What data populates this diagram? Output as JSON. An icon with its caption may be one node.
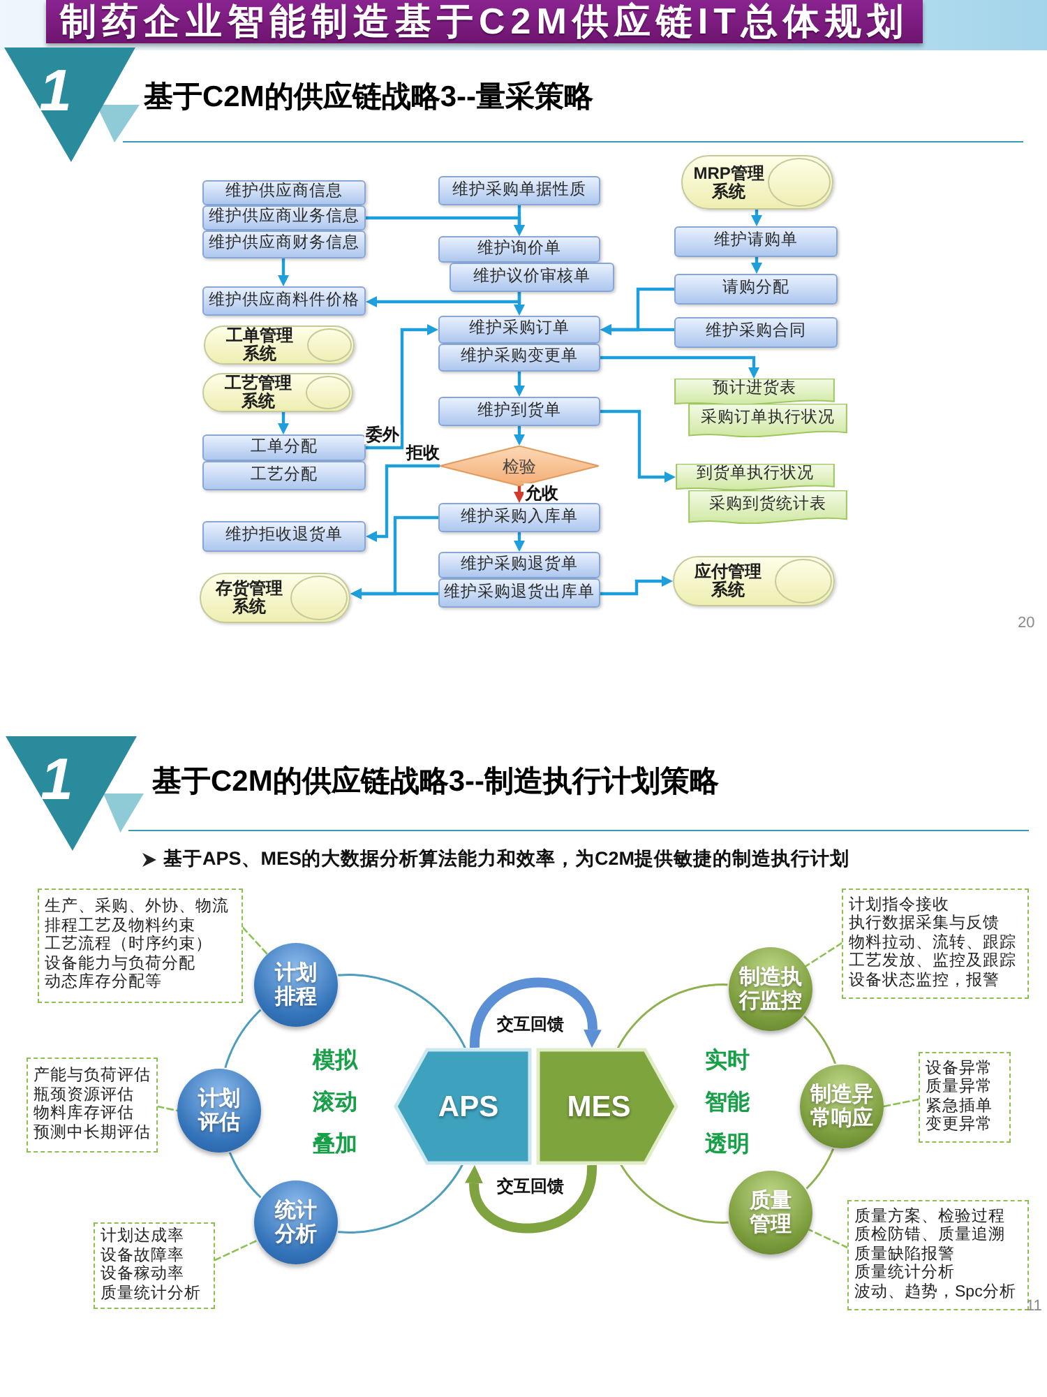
{
  "diagram": {
    "title": "制药企业智能制造基于C2M供应链IT总体规划",
    "nodes": [
      {
        "text": [
          "1"
        ]
      },
      {
        "text": [
          "维护供应商信息"
        ]
      },
      {
        "text": [
          "维护供应商业务信息"
        ]
      },
      {
        "text": [
          "维护供应商财务信息"
        ]
      },
      {
        "text": [
          "维护采购单据性质"
        ]
      },
      {
        "text": [
          "MRP管理系统"
        ]
      },
      {
        "text": [
          "维护询价单"
        ]
      },
      {
        "text": [
          "维护议价审核单"
        ]
      },
      {
        "text": [
          "维护请购单"
        ]
      },
      {
        "text": [
          "维护供应商料件价格"
        ]
      },
      {
        "text": [
          "请购分配"
        ]
      },
      {
        "text": [
          "工单管理系统"
        ]
      },
      {
        "text": [
          "维护采购订单"
        ]
      },
      {
        "text": [
          "维护采购合同"
        ]
      },
      {
        "text": [
          "维护采购变更单"
        ]
      },
      {
        "text": [
          "工艺管理系统"
        ]
      },
      {
        "text": [
          "预计进货表"
        ]
      },
      {
        "text": [
          "维护到货单"
        ]
      },
      {
        "text": [
          "采购订单执行状况"
        ]
      },
      {
        "text": [
          "工单分配"
        ]
      },
      {
        "text": [
          "工艺分配"
        ]
      },
      {
        "text": [
          "检验"
        ]
      },
      {
        "text": [
          "到货单执行状况"
        ]
      },
      {
        "text": [
          "采购到货统计表"
        ]
      },
      {
        "text": [
          "维护采购入库单"
        ]
      },
      {
        "text": [
          "维护拒收退货单"
        ]
      },
      {
        "text": [
          "维护采购退货单"
        ]
      },
      {
        "text": [
          "应付管理系统"
        ]
      },
      {
        "text": [
          "存货管理系统"
        ]
      },
      {
        "text": [
          "维护采购退货出库单"
        ]
      },
      {
        "text": [
          "1"
        ]
      },
      {
        "text": [
          "生产、采购、外协、物流",
          "排程工艺及物料约束",
          "工艺流程（时序约束）",
          "设备能力与负荷分配",
          "动态库存分配等"
        ]
      },
      {
        "text": [
          "计划排程"
        ]
      },
      {
        "text": [
          "产能与负荷评估",
          "瓶颈资源评估",
          "物料库存评估",
          "预测中长期评估"
        ]
      },
      {
        "text": [
          "计划评估"
        ]
      },
      {
        "text": [
          "计划达成率",
          "设备故障率",
          "设备稼动率",
          "质量统计分析"
        ]
      },
      {
        "text": [
          "统计分析"
        ]
      },
      {
        "text": [
          "模拟",
          "滚动",
          "叠加"
        ]
      },
      {
        "text": [
          "APS"
        ]
      },
      {
        "text": [
          "MES"
        ]
      },
      {
        "text": [
          "实时",
          "智能",
          "透明"
        ]
      },
      {
        "text": [
          "制造执行监控"
        ]
      },
      {
        "text": [
          "计划指令接收",
          "执行数据采集与反馈",
          "物料拉动、流转、跟踪",
          "工艺发放、监控及跟踪",
          "设备状态监控，报警"
        ]
      },
      {
        "text": [
          "制造异常响应"
        ]
      },
      {
        "text": [
          "设备异常",
          "质量异常",
          "紧急插单",
          "变更异常"
        ]
      },
      {
        "text": [
          "质量管理"
        ]
      },
      {
        "text": [
          "质量方案、检验过程",
          "质检防错、质量追溯",
          "质量缺陷报警",
          "质量统计分析",
          "波动、趋势，Spc分析"
        ]
      }
    ],
    "edges": [
      {
        "from": 4,
        "to": 6,
        "arrow": "to"
      },
      {
        "from": 2,
        "to": 6,
        "arrow": "to"
      },
      {
        "from": 3,
        "to": 9,
        "arrow": "to"
      },
      {
        "from": 7,
        "to": 9,
        "arrow": "to"
      },
      {
        "from": 7,
        "to": 12,
        "arrow": "to"
      },
      {
        "from": 5,
        "to": 8,
        "arrow": "to"
      },
      {
        "from": 8,
        "to": 10,
        "arrow": "to"
      },
      {
        "from": 10,
        "to": 12,
        "arrow": "to"
      },
      {
        "from": 13,
        "to": 12,
        "arrow": "to"
      },
      {
        "from": 19,
        "to": 12,
        "arrow": "to",
        "label": "委外"
      },
      {
        "from": 14,
        "to": 16,
        "arrow": "to"
      },
      {
        "from": 14,
        "to": 17,
        "arrow": "to"
      },
      {
        "from": 17,
        "to": 22,
        "arrow": "to"
      },
      {
        "from": 17,
        "to": 21,
        "arrow": "to"
      },
      {
        "from": 15,
        "to": 19,
        "arrow": "to"
      },
      {
        "from": 21,
        "to": 25,
        "arrow": "to",
        "label": "拒收"
      },
      {
        "from": 21,
        "to": 24,
        "arrow": "to",
        "label": "允收",
        "color": "#d03a2f"
      },
      {
        "from": 24,
        "to": 26,
        "arrow": "to"
      },
      {
        "from": 24,
        "to": 28,
        "arrow": "to"
      },
      {
        "from": 29,
        "to": 28,
        "arrow": "to"
      },
      {
        "from": 29,
        "to": 27,
        "arrow": "to"
      },
      {
        "from": 31,
        "to": 32,
        "arrow": "none",
        "style": "dashed",
        "color": "#8cc152"
      },
      {
        "from": 33,
        "to": 34,
        "arrow": "none",
        "style": "dashed",
        "color": "#8cc152"
      },
      {
        "from": 35,
        "to": 36,
        "arrow": "none",
        "style": "dashed",
        "color": "#8cc152"
      },
      {
        "from": 42,
        "to": 41,
        "arrow": "none",
        "style": "dashed",
        "color": "#8cc152"
      },
      {
        "from": 44,
        "to": 43,
        "arrow": "none",
        "style": "dashed",
        "color": "#8cc152"
      },
      {
        "from": 46,
        "to": 45,
        "arrow": "none",
        "style": "dashed",
        "color": "#8cc152"
      },
      {
        "from": 38,
        "to": 39,
        "arrow": "to",
        "label": "交互回馈",
        "style": "thick",
        "color": "#5b8fd6"
      },
      {
        "from": 39,
        "to": 38,
        "arrow": "to",
        "label": "交互回馈",
        "style": "thick",
        "color": "#7fa33f"
      }
    ],
    "labels": [
      "基于C2M的供应链战略3--量采策略",
      "20",
      "基于C2M的供应链战略3--制造执行计划策略",
      "基于**APS**、**MES**的大数据分析算法能力和效率，为C2M提供敏捷的制造执行计划",
      "11"
    ]
  }
}
